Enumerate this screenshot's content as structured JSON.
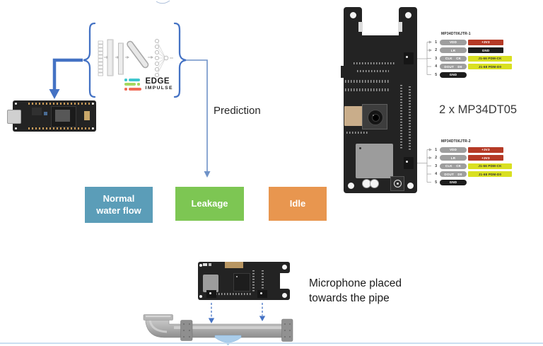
{
  "pipeline": {
    "prediction_label": "Prediction",
    "edge_impulse": {
      "word1": "EDGE",
      "word2": "IMPULSE",
      "bar_colors": [
        "#3ec6ce",
        "#a6d860",
        "#ef6a55"
      ]
    },
    "classes": [
      {
        "label": "Normal water flow",
        "color": "#5b9db8"
      },
      {
        "label": "Leakage",
        "color": "#7dc653"
      },
      {
        "label": "Idle",
        "color": "#e8964f"
      }
    ]
  },
  "hardware": {
    "mic_count_label": "2 x MP34DT05",
    "mic_note": {
      "line1": "Microphone placed",
      "line2": "towards the pipe"
    },
    "mic_diagrams": [
      {
        "title": "MP34DT06JTR-1",
        "rows": [
          {
            "pin": "1",
            "pill": "VDD",
            "pill_color": "#9e9e9e",
            "pill_text": "#ffffff",
            "bar": "+3V3",
            "bar_color": "#b53a26",
            "bar_text": "#ffffff"
          },
          {
            "pin": "2",
            "pill": "LR",
            "pill_color": "#9e9e9e",
            "pill_text": "#ffffff",
            "bar": "GND",
            "bar_color": "#1c1c1c",
            "bar_text": "#ffffff"
          },
          {
            "pin": "3",
            "pill": "CLK CK",
            "pill_color": "#9e9e9e",
            "pill_text": "#ffffff",
            "bar": "J1-66 PDM-CK",
            "bar_color": "#d9e021",
            "bar_text": "#333333"
          },
          {
            "pin": "4",
            "pill": "DOUT D0",
            "pill_color": "#9e9e9e",
            "pill_text": "#ffffff",
            "bar": "J1-68 PDM-D0",
            "bar_color": "#d9e021",
            "bar_text": "#333333"
          },
          {
            "pin": "5",
            "pill": "GND",
            "pill_color": "#1c1c1c",
            "pill_text": "#ffffff"
          }
        ]
      },
      {
        "title": "MP34DT06JTR-2",
        "rows": [
          {
            "pin": "1",
            "pill": "VDD",
            "pill_color": "#9e9e9e",
            "pill_text": "#ffffff",
            "bar": "+3V3",
            "bar_color": "#b53a26",
            "bar_text": "#ffffff"
          },
          {
            "pin": "2",
            "pill": "LR",
            "pill_color": "#9e9e9e",
            "pill_text": "#ffffff",
            "bar": "+3V3",
            "bar_color": "#b53a26",
            "bar_text": "#ffffff"
          },
          {
            "pin": "3",
            "pill": "CLK CK",
            "pill_color": "#9e9e9e",
            "pill_text": "#ffffff",
            "bar": "J1-66 PDM-CK",
            "bar_color": "#d9e021",
            "bar_text": "#333333"
          },
          {
            "pin": "4",
            "pill": "DOUT D0",
            "pill_color": "#9e9e9e",
            "pill_text": "#ffffff",
            "bar": "J1-68 PDM-D0",
            "bar_color": "#d9e021",
            "bar_text": "#333333"
          },
          {
            "pin": "5",
            "pill": "GND",
            "pill_color": "#1c1c1c",
            "pill_text": "#ffffff"
          }
        ]
      }
    ]
  }
}
